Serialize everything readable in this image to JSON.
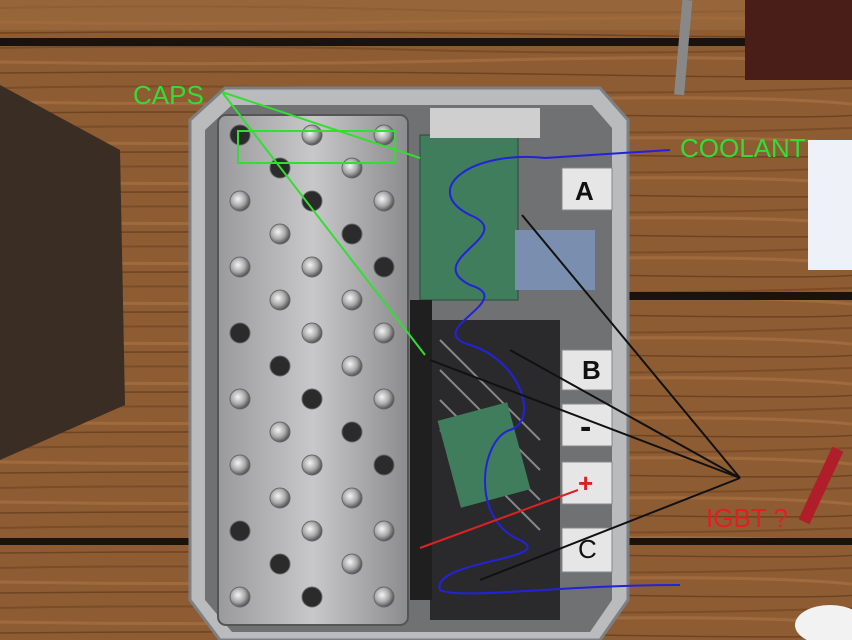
{
  "annotations": {
    "caps": "CAPS",
    "coolant": "COOLANT",
    "igbt": "IGBT ?",
    "phase_a": "A",
    "phase_b": "B",
    "dc_minus": "-",
    "dc_plus": "+",
    "phase_c": "C"
  },
  "colors": {
    "caps_label": "#33dd33",
    "coolant_label": "#33dd33",
    "igbt_label": "#e02020",
    "coolant_line": "#2222dd",
    "pointer_lines": "#111111",
    "plus_line": "#dd2222"
  }
}
